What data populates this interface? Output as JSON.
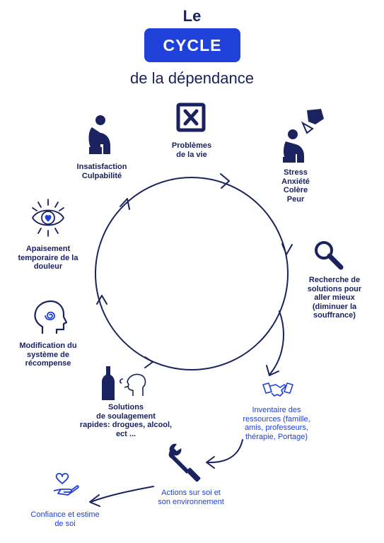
{
  "header": {
    "top": "Le",
    "badge": "CYCLE",
    "bottom": "de la dépendance"
  },
  "colors": {
    "accent": "#1f40d9",
    "navy": "#1a2260"
  },
  "steps": [
    {
      "icon": "cross-box-icon",
      "text": "Problèmes\nde la vie"
    },
    {
      "icon": "stressed-person-icon",
      "text": "Stress\nAnxiété\nColère\nPeur"
    },
    {
      "icon": "magnifier-icon",
      "text": "Recherche de\nsolutions pour\naller mieux\n(diminuer la\nsouffrance)"
    },
    {
      "icon": "handshake-icon",
      "text": "Inventaire des\nressources (famille,\namis, professeurs,\nthérapie, Portage)"
    },
    {
      "icon": "wrench-icon",
      "text": "Actions sur soi et\nson environnement"
    },
    {
      "icon": "heart-hand-icon",
      "text": "Confiance et estime\nde soi"
    },
    {
      "icon": "bottle-smoke-icon",
      "text": "Solutions\nde soulagement\nrapides: drogues, alcool,\nect ..."
    },
    {
      "icon": "head-spiral-icon",
      "text": "Modification du\nsystème de\nrécompense"
    },
    {
      "icon": "eye-heart-icon",
      "text": "Apaisement\ntemporaire de la\ndouleur"
    },
    {
      "icon": "sad-person-icon",
      "text": "Insatisfaction\nCulpabilité"
    }
  ]
}
